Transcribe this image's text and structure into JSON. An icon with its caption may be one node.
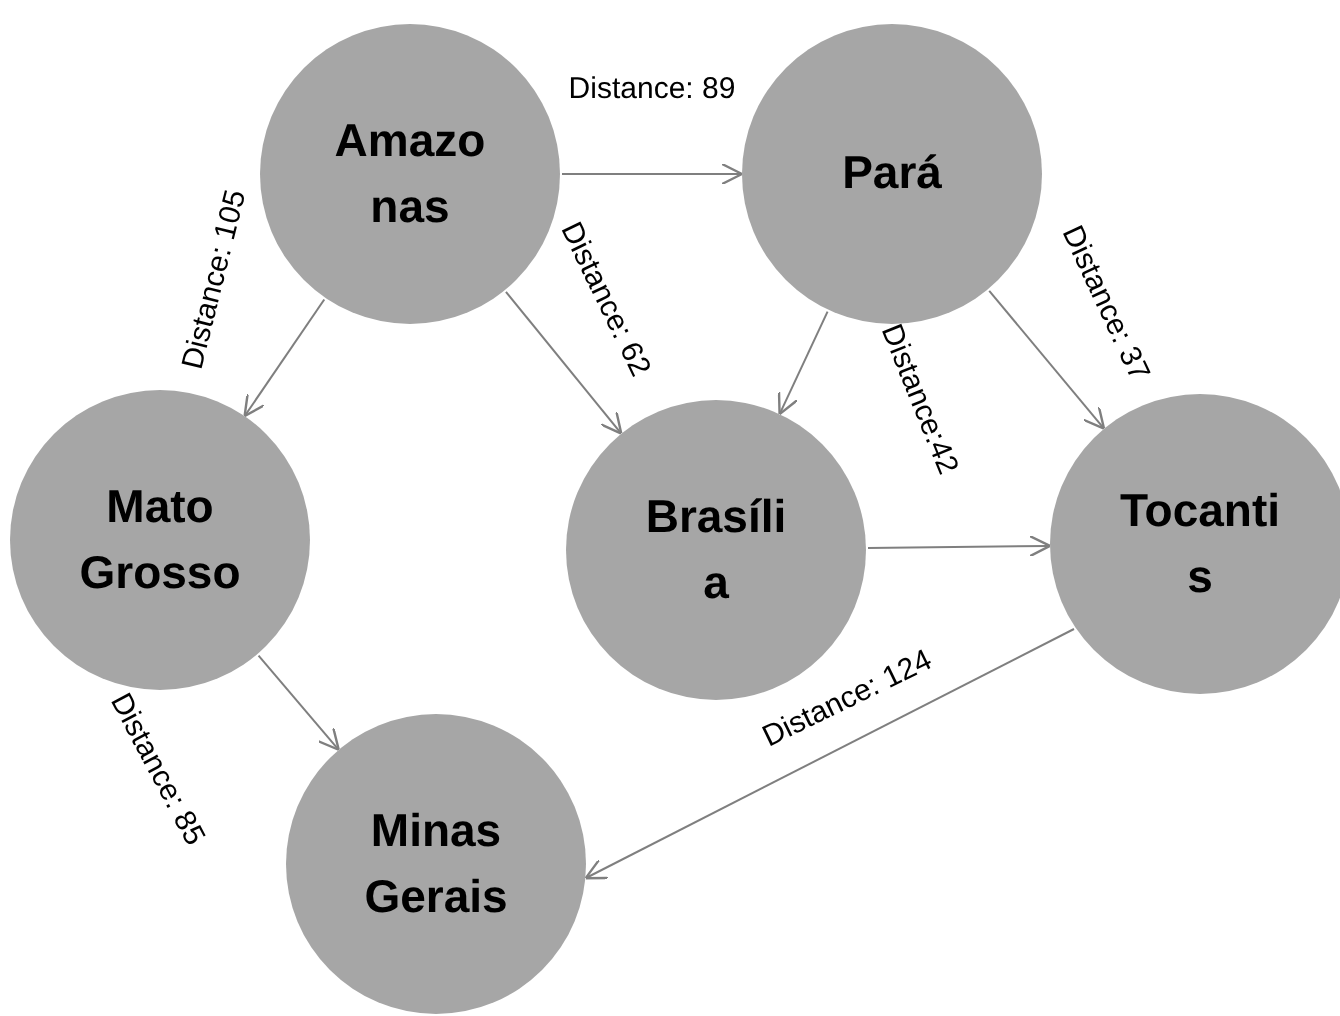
{
  "diagram": {
    "nodes": [
      {
        "text": [
          "Amazonas"
        ]
      },
      {
        "text": [
          "Pará"
        ]
      },
      {
        "text": [
          "Mato Grosso"
        ]
      },
      {
        "text": [
          "Brasília"
        ]
      },
      {
        "text": [
          "Tocantis"
        ]
      },
      {
        "text": [
          "Minas Gerais"
        ]
      }
    ],
    "edges": [
      {
        "from": 0,
        "to": 1,
        "arrow": "to",
        "label": "Distance: 89"
      },
      {
        "from": 0,
        "to": 2,
        "arrow": "to",
        "label": "Distance: 105"
      },
      {
        "from": 0,
        "to": 3,
        "arrow": "to",
        "label": "Distance: 62"
      },
      {
        "from": 1,
        "to": 3,
        "arrow": "to",
        "label": "Distance:42"
      },
      {
        "from": 1,
        "to": 4,
        "arrow": "to",
        "label": "Distance: 37"
      },
      {
        "from": 3,
        "to": 4,
        "arrow": "to"
      },
      {
        "from": 2,
        "to": 5,
        "arrow": "to",
        "label": "Distance: 85"
      },
      {
        "from": 4,
        "to": 5,
        "arrow": "to",
        "label": "Distance: 124"
      }
    ]
  }
}
